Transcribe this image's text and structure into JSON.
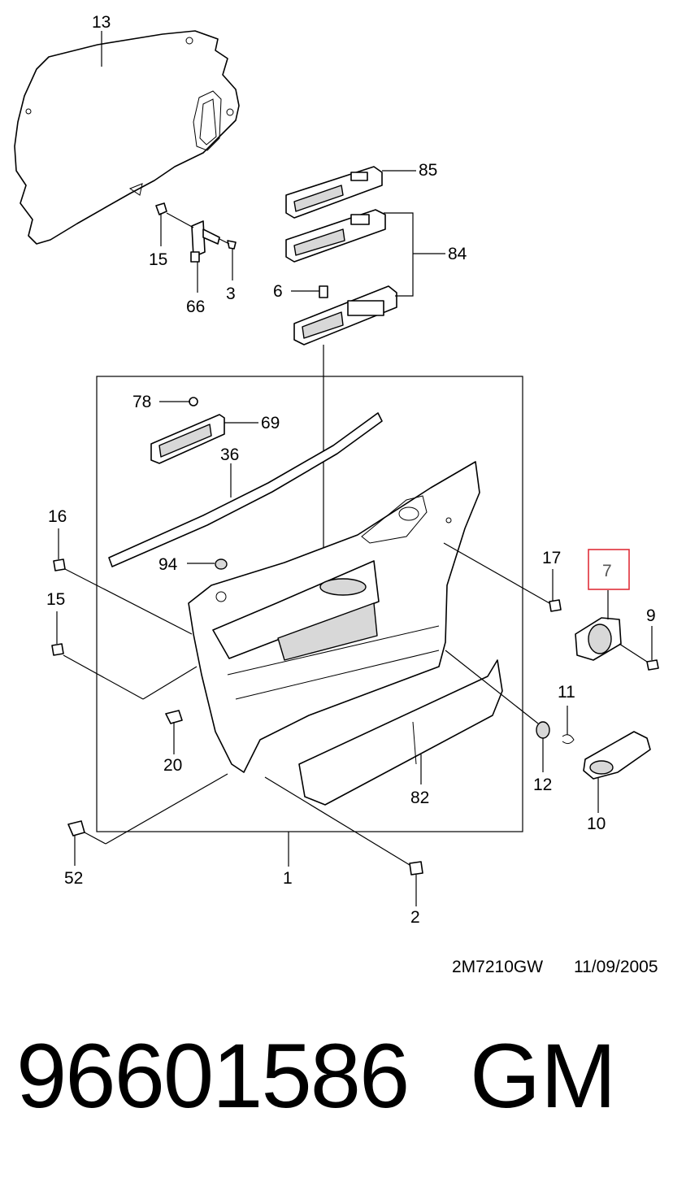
{
  "drawing": {
    "code": "2M7210GW",
    "date": "11/09/2005"
  },
  "callouts": {
    "c13": "13",
    "c85": "85",
    "c84": "84",
    "c15a": "15",
    "c3": "3",
    "c66": "66",
    "c6": "6",
    "c78": "78",
    "c69": "69",
    "c36": "36",
    "c16": "16",
    "c94": "94",
    "c15b": "15",
    "c17": "17",
    "c7": "7",
    "c9": "9",
    "c11": "11",
    "c20": "20",
    "c12": "12",
    "c82": "82",
    "c10": "10",
    "c52": "52",
    "c1": "1",
    "c2": "2"
  },
  "footer": {
    "part_number": "96601586",
    "brand": "GM"
  },
  "colors": {
    "highlight_box": "#e0303a"
  }
}
